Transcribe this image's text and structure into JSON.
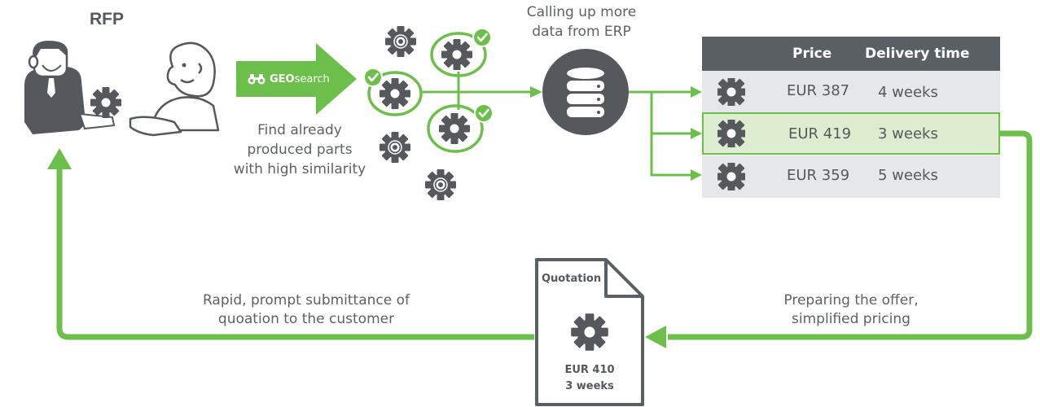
{
  "rfp_title": "RFP",
  "geosearch": {
    "brand_bold": "GEO",
    "brand_light": "search"
  },
  "find_text": [
    "Find already",
    "produced parts",
    "with high similarity"
  ],
  "erp_text": [
    "Calling up more",
    "data from ERP"
  ],
  "table": {
    "headers": {
      "price": "Price",
      "delivery": "Delivery time"
    },
    "rows": [
      {
        "price": "EUR 387",
        "delivery": "4 weeks",
        "selected": false
      },
      {
        "price": "EUR 419",
        "delivery": "3 weeks",
        "selected": true
      },
      {
        "price": "EUR 359",
        "delivery": "5 weeks",
        "selected": false
      }
    ]
  },
  "offer_text": [
    "Preparing the offer,",
    "simplified pricing"
  ],
  "submit_text": [
    "Rapid, prompt submittance of",
    "quoation to the customer"
  ],
  "quotation": {
    "title": "Quotation",
    "price": "EUR 410",
    "delivery": "3 weeks"
  },
  "colors": {
    "green": "#6dbf4b",
    "dark_gray": "#55595d",
    "table_header": "#5a5f63",
    "row_bg": "#e6e7e8",
    "row_selected_bg": "#deecd0"
  }
}
